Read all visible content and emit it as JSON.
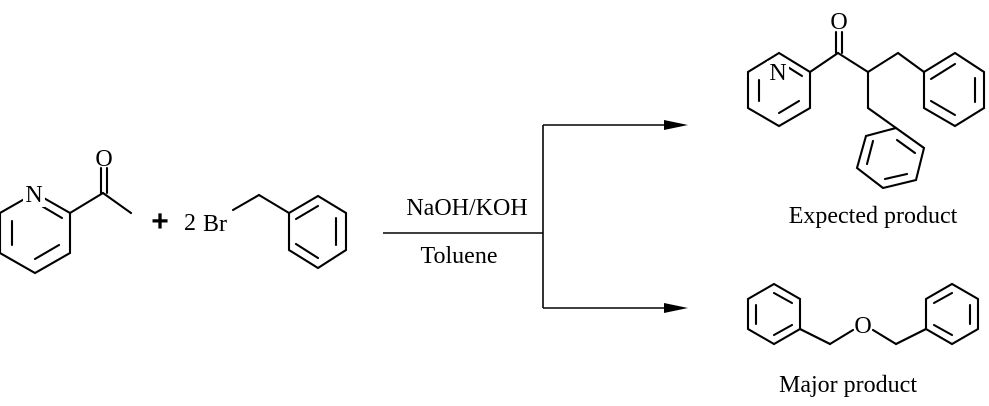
{
  "reaction": {
    "plus": "+",
    "coefficient": "2",
    "reagent_condition": "NaOH/KOH",
    "solvent_condition": "Toluene"
  },
  "atoms": {
    "nitrogen": "N",
    "oxygen": "O",
    "bromine": "Br"
  },
  "products": {
    "expected_label": "Expected product",
    "major_label": "Major product"
  }
}
